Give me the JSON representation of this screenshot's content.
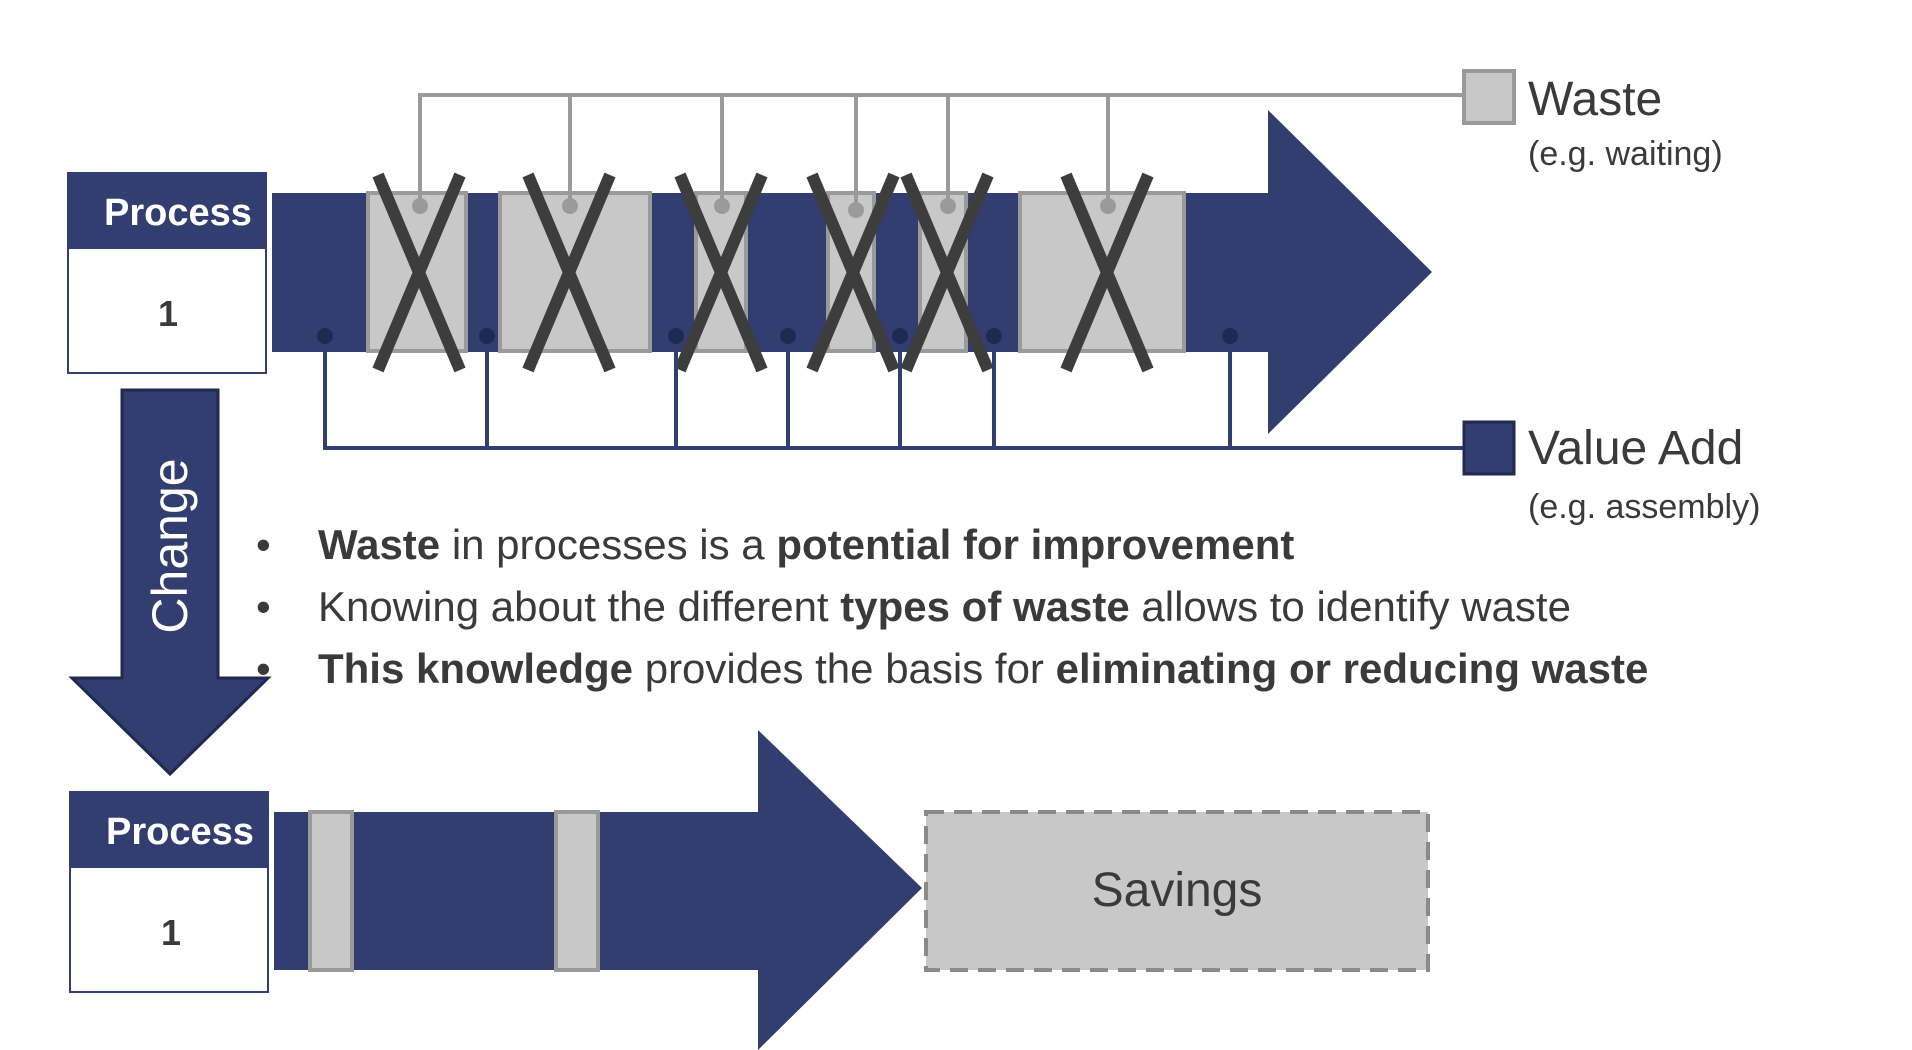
{
  "colors": {
    "navy": "#313e6f",
    "waste_fill": "#c8c8c8",
    "waste_stroke": "#9a9a9a",
    "cross": "#3d3d3d",
    "text": "#3a3a3a"
  },
  "process_top": {
    "header": "Process",
    "number": "1"
  },
  "process_bottom": {
    "header": "Process",
    "number": "1"
  },
  "change_label": "Change",
  "legend": {
    "waste": {
      "title": "Waste",
      "example": "(e.g. waiting)"
    },
    "value_add": {
      "title": "Value Add",
      "example": "(e.g. assembly)"
    }
  },
  "savings_label": "Savings",
  "bullets": [
    [
      {
        "text": "Waste",
        "bold": true
      },
      {
        "text": " in processes is a ",
        "bold": false
      },
      {
        "text": "potential for improvement",
        "bold": true
      }
    ],
    [
      {
        "text": "Knowing about the different ",
        "bold": false
      },
      {
        "text": "types of waste",
        "bold": true
      },
      {
        "text": " allows to identify waste",
        "bold": false
      }
    ],
    [
      {
        "text": "This knowledge",
        "bold": true
      },
      {
        "text": " provides the basis for ",
        "bold": false
      },
      {
        "text": "eliminating or reducing waste",
        "bold": true
      }
    ]
  ]
}
